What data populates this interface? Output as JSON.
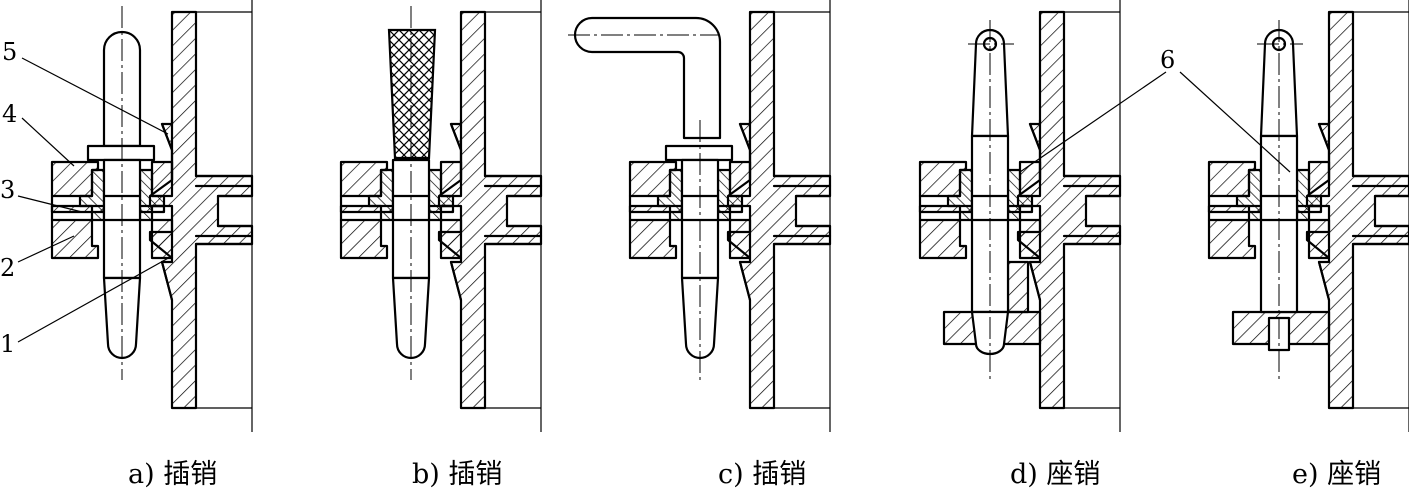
{
  "captions": {
    "a": "a) 插销",
    "b": "b) 插销",
    "c": "c) 插销",
    "d": "d) 座销",
    "e": "e) 座销"
  },
  "part_labels": {
    "p1": "1",
    "p2": "2",
    "p3": "3",
    "p4": "4",
    "p5": "5",
    "p6": "6"
  }
}
